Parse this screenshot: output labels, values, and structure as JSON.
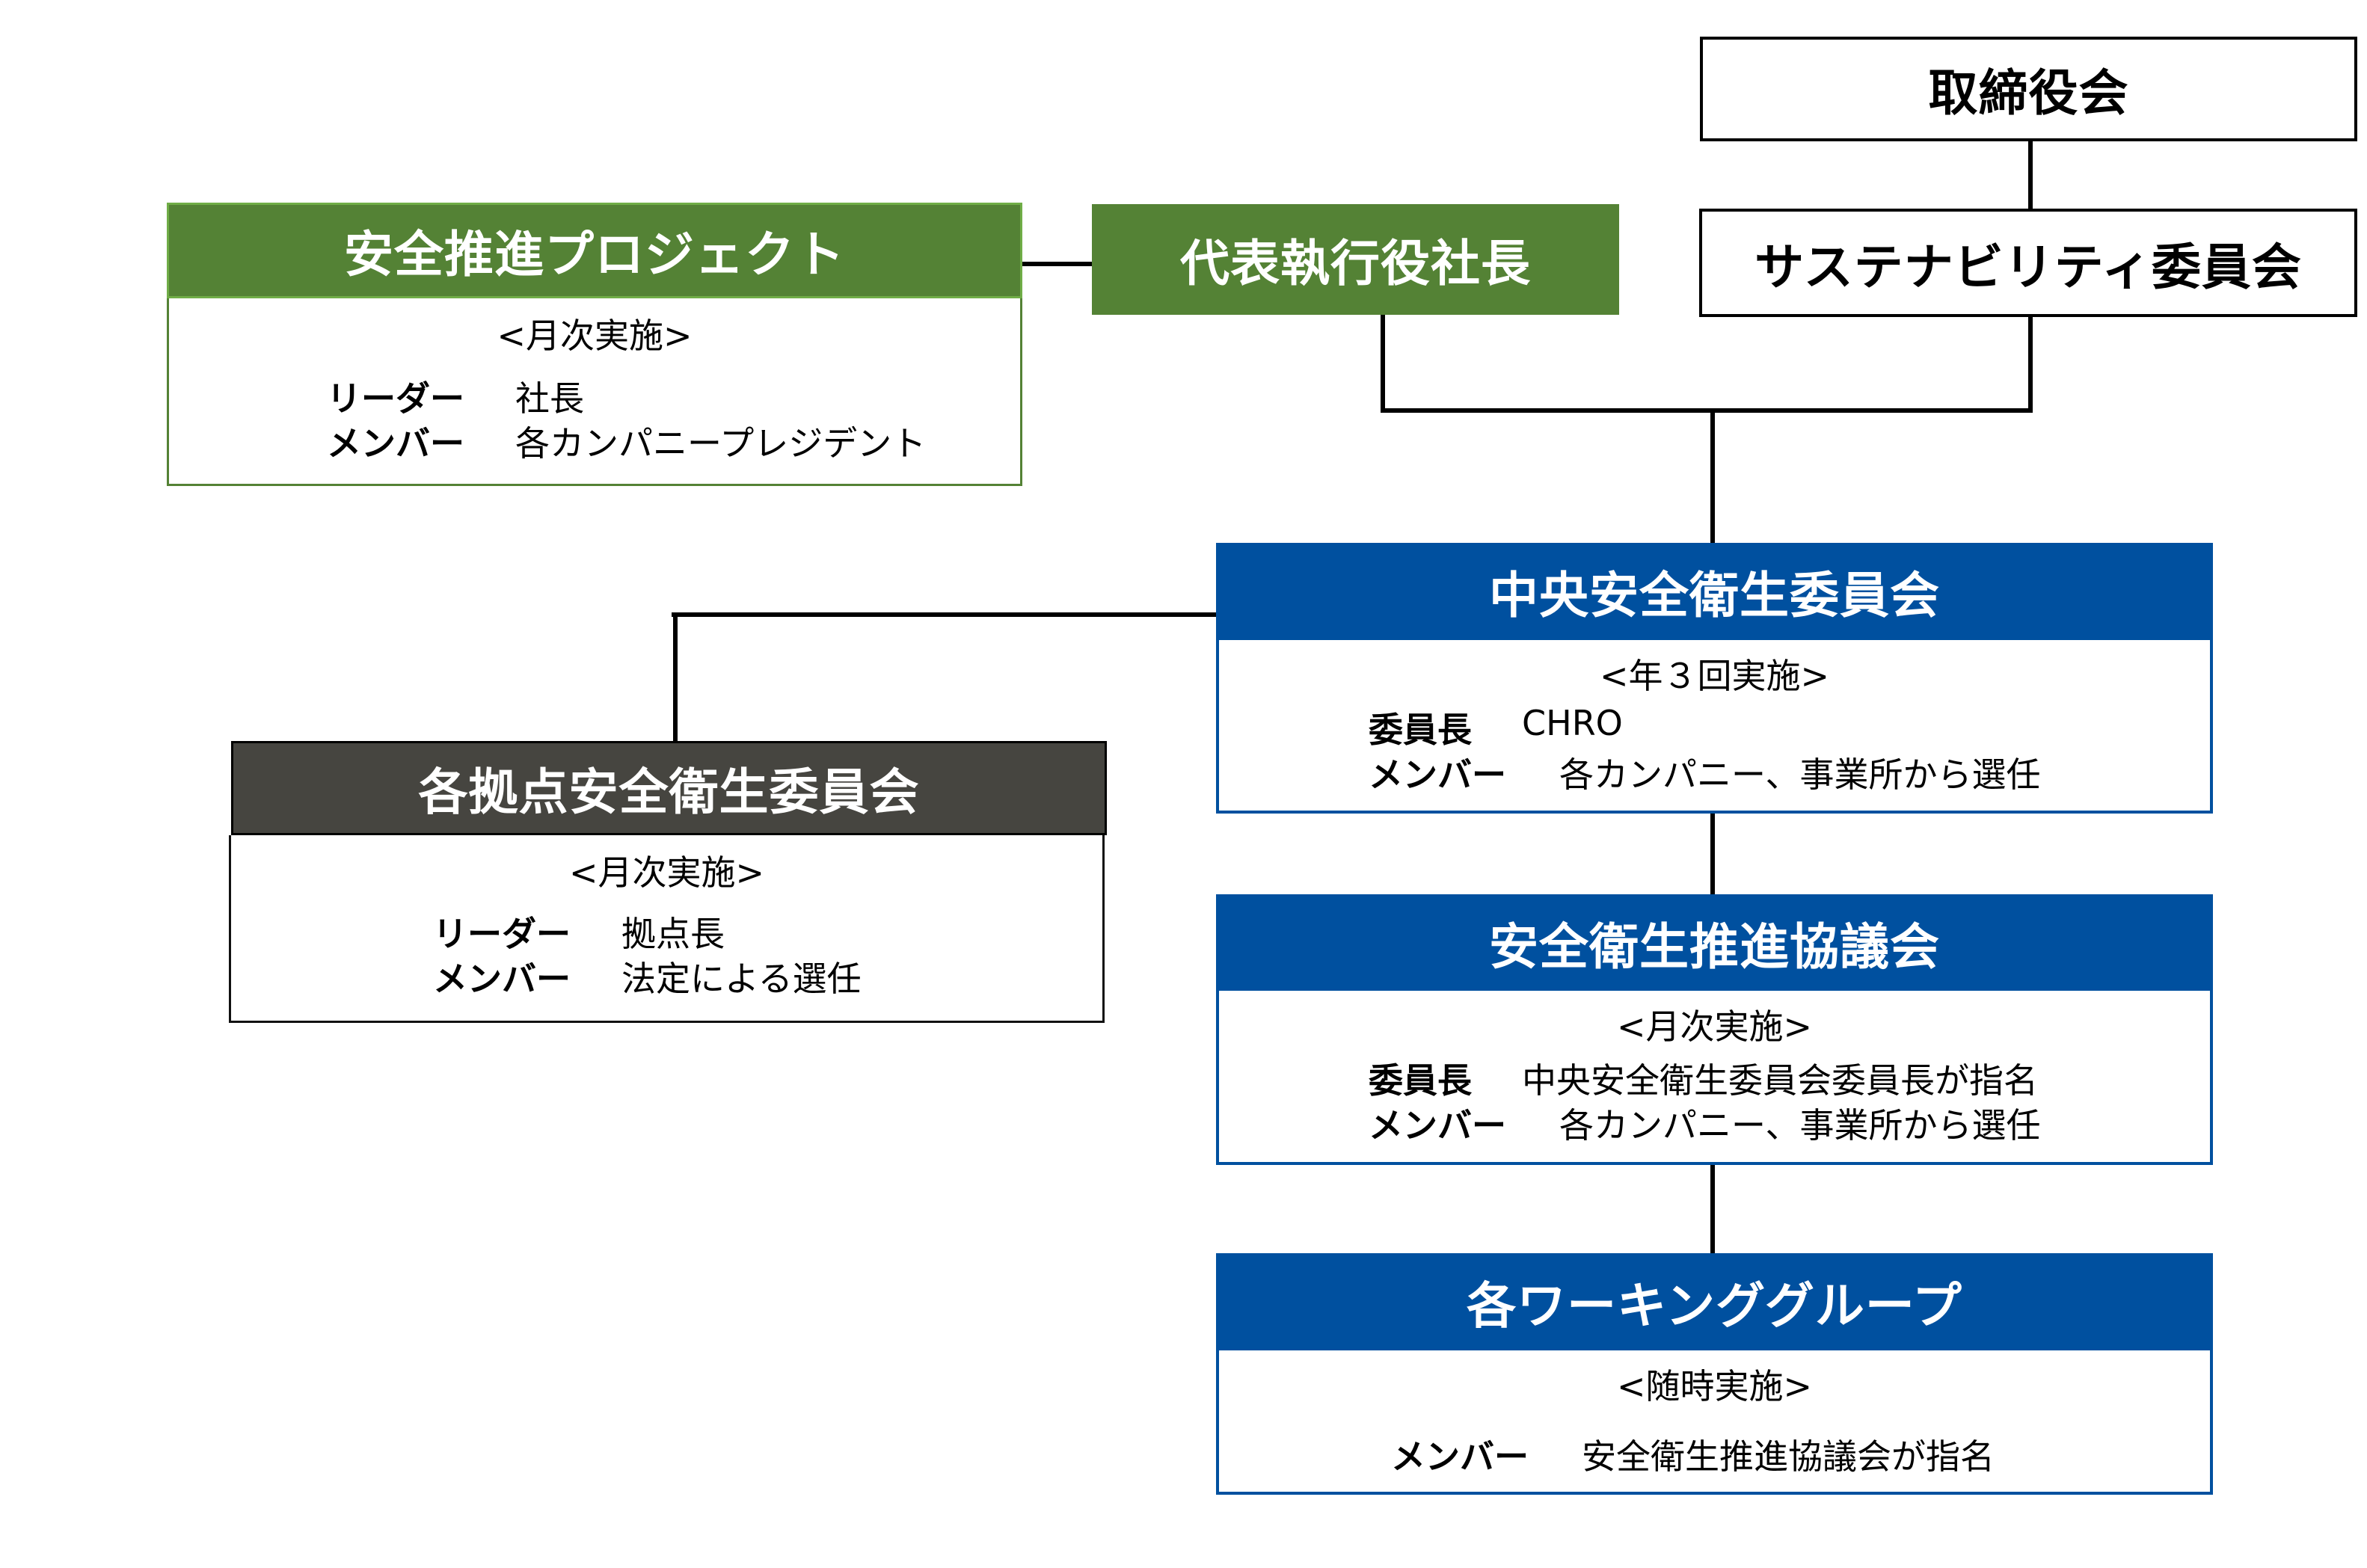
{
  "colors": {
    "green": "#548235",
    "green_border": "#70ad47",
    "blue": "#00509f",
    "dark": "#464540",
    "line": "#000000"
  },
  "board": {
    "title": "取締役会"
  },
  "sustainability": {
    "title": "サステナビリティ委員会"
  },
  "president": {
    "title": "代表執行役社長"
  },
  "safety_project": {
    "title": "安全推進プロジェクト",
    "frequency": "<月次実施>",
    "rows": [
      {
        "label": "リーダー",
        "value": "社長"
      },
      {
        "label": "メンバー",
        "value": "各カンパニープレジデント"
      }
    ]
  },
  "central_committee": {
    "title": "中央安全衛生委員会",
    "frequency": "<年３回実施>",
    "rows": [
      {
        "label": "委員長",
        "value": "CHRO"
      },
      {
        "label": "メンバー",
        "value": "各カンパニー、事業所から選任"
      }
    ]
  },
  "site_committee": {
    "title": "各拠点安全衛生委員会",
    "frequency": "<月次実施>",
    "rows": [
      {
        "label": "リーダー",
        "value": "拠点長"
      },
      {
        "label": "メンバー",
        "value": "法定による選任"
      }
    ]
  },
  "promotion_council": {
    "title": "安全衛生推進協議会",
    "frequency": "<月次実施>",
    "rows": [
      {
        "label": "委員長",
        "value": "中央安全衛生委員会委員長が指名"
      },
      {
        "label": "メンバー",
        "value": "各カンパニー、事業所から選任"
      }
    ]
  },
  "working_groups": {
    "title": "各ワーキンググループ",
    "frequency": "<随時実施>",
    "rows": [
      {
        "label": "メンバー",
        "value": "安全衛生推進協議会が指名"
      }
    ]
  }
}
